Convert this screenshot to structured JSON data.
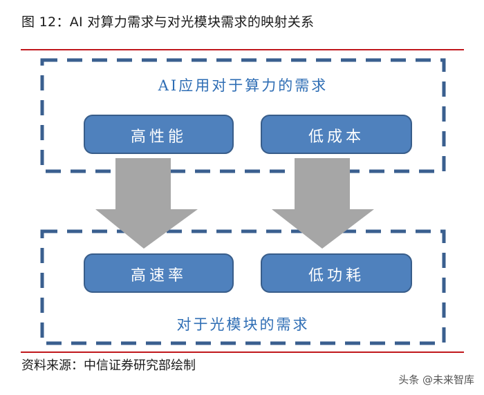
{
  "figure": {
    "title": "图 12：AI 对算力需求与对光模块需求的映射关系",
    "source": "资料来源：中信证券研究部绘制",
    "watermark": "头条 @未来智库"
  },
  "diagram": {
    "top_group": {
      "label": "AI应用对于算力的需求",
      "items": [
        "高性能",
        "低成本"
      ]
    },
    "bottom_group": {
      "label": "对于光模块的需求",
      "items": [
        "高速率",
        "低功耗"
      ]
    },
    "mappings": [
      {
        "from": "高性能",
        "to": "高速率"
      },
      {
        "from": "低成本",
        "to": "低功耗"
      }
    ]
  },
  "colors": {
    "accent_rule": "#c0161b",
    "dash_border": "#3a5f8f",
    "box_fill": "#4f81bd",
    "box_stroke": "#385d8a",
    "arrow": "#a6a6a6",
    "group_label": "#2e6db4"
  }
}
